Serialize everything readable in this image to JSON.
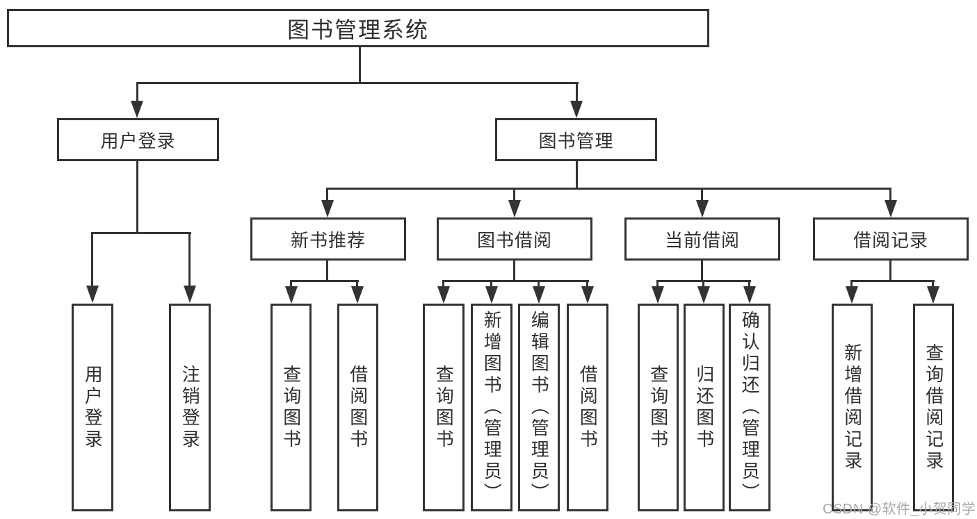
{
  "nodes": {
    "root": "图书管理系统",
    "level2": {
      "user_login": "用户登录",
      "book_management": "图书管理"
    },
    "level3": {
      "new_book_recommendation": "新书推荐",
      "book_borrowing": "图书借阅",
      "current_borrowing": "当前借阅",
      "borrowing_records": "借阅记录"
    },
    "leaves": {
      "user_login": "用户登录",
      "logout": "注销登录",
      "recommend_query_books": "查询图书",
      "recommend_borrow_books": "借阅图书",
      "borrowing_query_books": "查询图书",
      "borrowing_add_books_admin": "新增图书（管理员）",
      "borrowing_edit_books_admin": "编辑图书（管理员）",
      "borrowing_borrow_books": "借阅图书",
      "current_query_books": "查询图书",
      "current_return_books": "归还图书",
      "current_confirm_return_admin": "确认归还（管理员）",
      "records_add_record": "新增借阅记录",
      "records_query_record": "查询借阅记录"
    }
  },
  "watermark": "CSDN @软件_小贺同学",
  "colors": {
    "line": "#333333",
    "box_border": "#333333",
    "text": "#2f2f2f",
    "background": "#ffffff",
    "watermark": "#a8a8a8"
  }
}
